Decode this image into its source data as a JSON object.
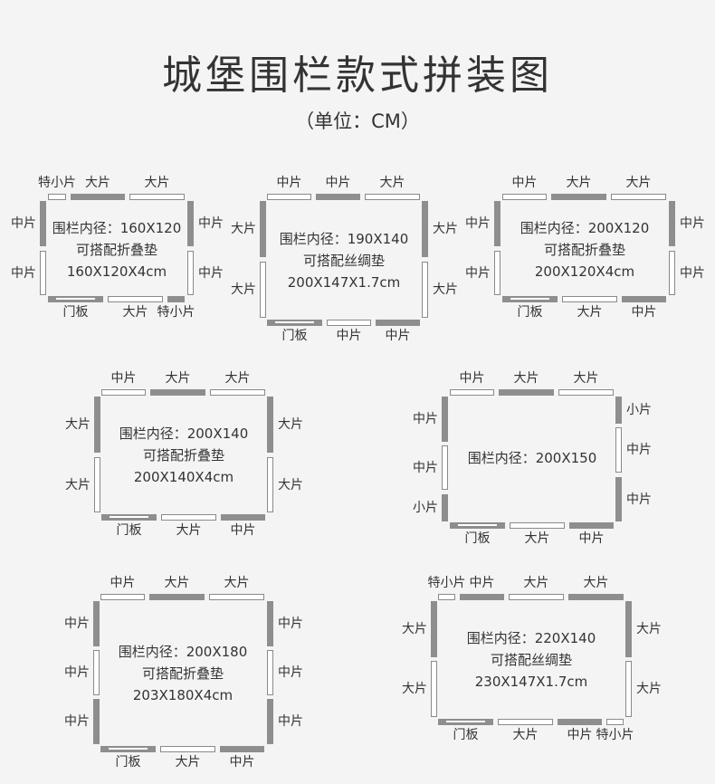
{
  "title": "城堡围栏款式拼装图",
  "subtitle": "（单位：CM）",
  "labels": {
    "extra_small": "特小片",
    "small": "小片",
    "medium": "中片",
    "large": "大片",
    "door": "门板"
  },
  "diagrams": [
    {
      "inner_size": "围栏内径：160X120",
      "mat_line": "可搭配折叠垫",
      "mat_size": "160X120X4cm",
      "top": [
        "extra_small",
        "large",
        "large"
      ],
      "left": [
        "medium",
        "medium"
      ],
      "right": [
        "medium",
        "medium"
      ],
      "bottom": [
        "door",
        "large",
        "extra_small"
      ]
    },
    {
      "inner_size": "围栏内径：190X140",
      "mat_line": "可搭配丝绸垫",
      "mat_size": "200X147X1.7cm",
      "top": [
        "medium",
        "medium",
        "large"
      ],
      "left": [
        "large",
        "large"
      ],
      "right": [
        "large",
        "large"
      ],
      "bottom": [
        "door",
        "medium",
        "medium"
      ]
    },
    {
      "inner_size": "围栏内径：200X120",
      "mat_line": "可搭配折叠垫",
      "mat_size": "200X120X4cm",
      "top": [
        "medium",
        "large",
        "large"
      ],
      "left": [
        "medium",
        "medium"
      ],
      "right": [
        "medium",
        "medium"
      ],
      "bottom": [
        "door",
        "large",
        "medium"
      ]
    },
    {
      "inner_size": "围栏内径：200X140",
      "mat_line": "可搭配折叠垫",
      "mat_size": "200X140X4cm",
      "top": [
        "medium",
        "large",
        "large"
      ],
      "left": [
        "large",
        "large"
      ],
      "right": [
        "large",
        "large"
      ],
      "bottom": [
        "door",
        "large",
        "medium"
      ]
    },
    {
      "inner_size": "围栏内径：200X150",
      "top": [
        "medium",
        "large",
        "large"
      ],
      "left": [
        "medium",
        "medium",
        "small"
      ],
      "right": [
        "small",
        "medium",
        "medium"
      ],
      "bottom": [
        "door",
        "large",
        "medium"
      ]
    },
    {
      "inner_size": "围栏内径：200X180",
      "mat_line": "可搭配折叠垫",
      "mat_size": "203X180X4cm",
      "top": [
        "medium",
        "large",
        "large"
      ],
      "left": [
        "medium",
        "medium",
        "medium"
      ],
      "right": [
        "medium",
        "medium",
        "medium"
      ],
      "bottom": [
        "door",
        "large",
        "medium"
      ]
    },
    {
      "inner_size": "围栏内径：220X140",
      "mat_line": "可搭配丝绸垫",
      "mat_size": "230X147X1.7cm",
      "top": [
        "extra_small",
        "medium",
        "large",
        "large"
      ],
      "left": [
        "large",
        "large"
      ],
      "right": [
        "large",
        "large"
      ],
      "bottom": [
        "door",
        "large",
        "medium",
        "extra_small"
      ]
    }
  ]
}
